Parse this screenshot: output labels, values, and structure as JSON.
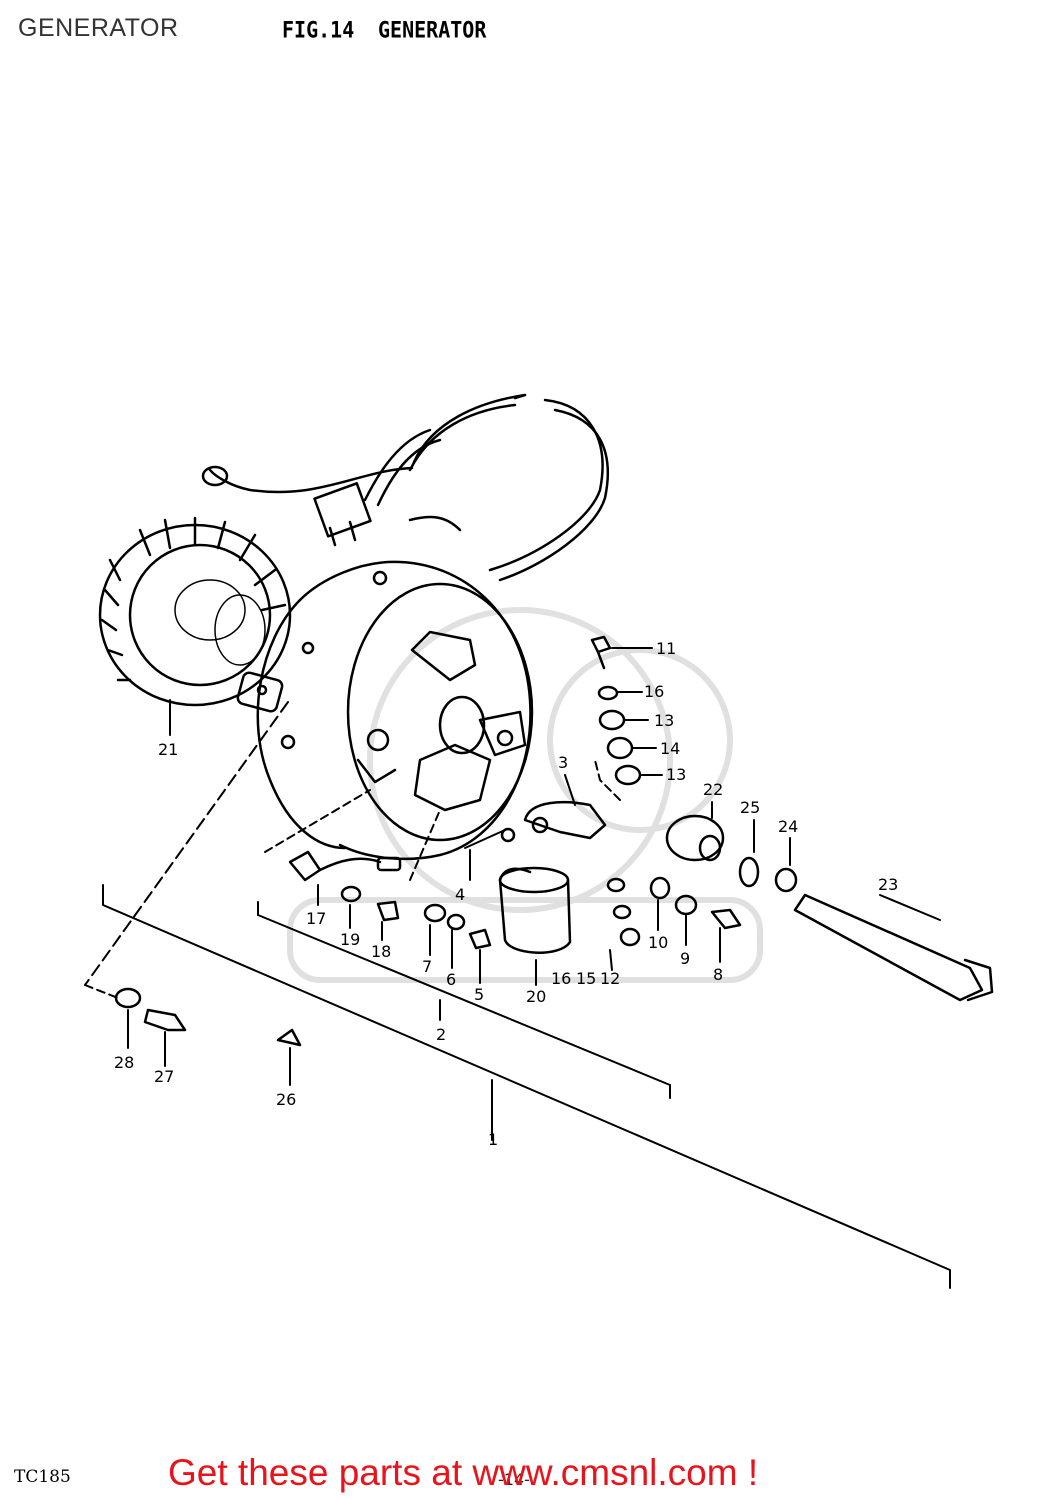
{
  "page": {
    "title": "GENERATOR"
  },
  "figure": {
    "label": "FIG.14",
    "name": "GENERATOR"
  },
  "callouts": [
    {
      "id": "1",
      "text": "1"
    },
    {
      "id": "2",
      "text": "2"
    },
    {
      "id": "3",
      "text": "3"
    },
    {
      "id": "4",
      "text": "4"
    },
    {
      "id": "5",
      "text": "5"
    },
    {
      "id": "6",
      "text": "6"
    },
    {
      "id": "7",
      "text": "7"
    },
    {
      "id": "8",
      "text": "8"
    },
    {
      "id": "9",
      "text": "9"
    },
    {
      "id": "10",
      "text": "10"
    },
    {
      "id": "11",
      "text": "11"
    },
    {
      "id": "12",
      "text": "12"
    },
    {
      "id": "13a",
      "text": "13"
    },
    {
      "id": "13b",
      "text": "13"
    },
    {
      "id": "14",
      "text": "14"
    },
    {
      "id": "15",
      "text": "15"
    },
    {
      "id": "16a",
      "text": "16"
    },
    {
      "id": "16b",
      "text": "16"
    },
    {
      "id": "17",
      "text": "17"
    },
    {
      "id": "18",
      "text": "18"
    },
    {
      "id": "19",
      "text": "19"
    },
    {
      "id": "20",
      "text": "20"
    },
    {
      "id": "21",
      "text": "21"
    },
    {
      "id": "22",
      "text": "22"
    },
    {
      "id": "23",
      "text": "23"
    },
    {
      "id": "24",
      "text": "24"
    },
    {
      "id": "25",
      "text": "25"
    },
    {
      "id": "26",
      "text": "26"
    },
    {
      "id": "27",
      "text": "27"
    },
    {
      "id": "28",
      "text": "28"
    }
  ],
  "footer": {
    "model_code": "TC185",
    "page_number": "-14-",
    "cta": "Get these parts at www.cmsnl.com !"
  },
  "colors": {
    "cta": "#e8141c",
    "line": "#000000"
  }
}
